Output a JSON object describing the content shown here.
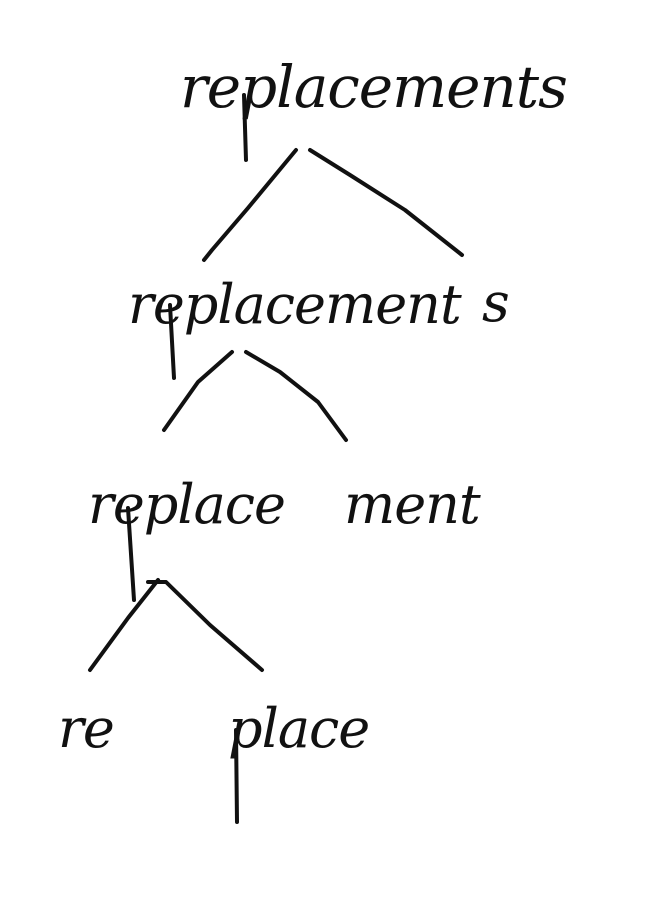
{
  "tree": {
    "root": "replacements",
    "level2": {
      "left": "replacement",
      "right": "s"
    },
    "level3": {
      "left": "replace",
      "right": "ment"
    },
    "level4": {
      "left": "re",
      "right": "place"
    }
  },
  "colors": {
    "ink": "#111111",
    "background": "#ffffff"
  }
}
